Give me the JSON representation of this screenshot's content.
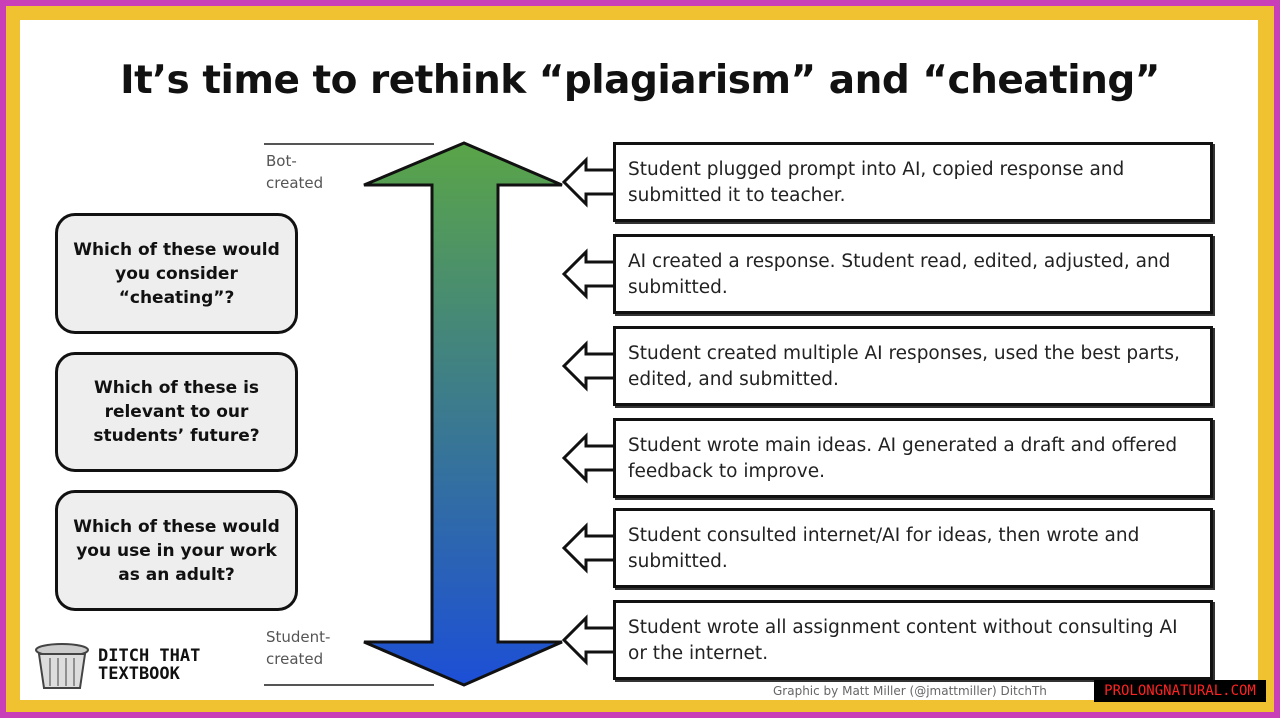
{
  "title": "It’s time to rethink “plagiarism” and “cheating”",
  "scale": {
    "top_label": "Bot-\ncreated",
    "bottom_label": "Student-\ncreated",
    "gradient_top": "#5aa548",
    "gradient_bottom": "#1c4fd6"
  },
  "questions": [
    "Which of these would you consider “cheating”?",
    "Which of these is relevant to our students’ future?",
    "Which of these would you use in your work as an adult?"
  ],
  "scenarios": [
    "Student plugged prompt into AI, copied response and submitted it to teacher.",
    "AI created a response. Student read, edited, adjusted, and submitted.",
    "Student created multiple AI responses, used the best parts, edited, and submitted.",
    "Student wrote main ideas. AI generated a draft and offered feedback to improve.",
    "Student consulted internet/AI for ideas, then wrote and submitted.",
    "Student wrote all assignment content without consulting AI or the internet."
  ],
  "logo": "DITCH THAT TEXTBOOK",
  "credit": "Graphic by Matt Miller (@jmattmiller) DitchTh",
  "watermark": "PROLONGNATURAL.COM"
}
